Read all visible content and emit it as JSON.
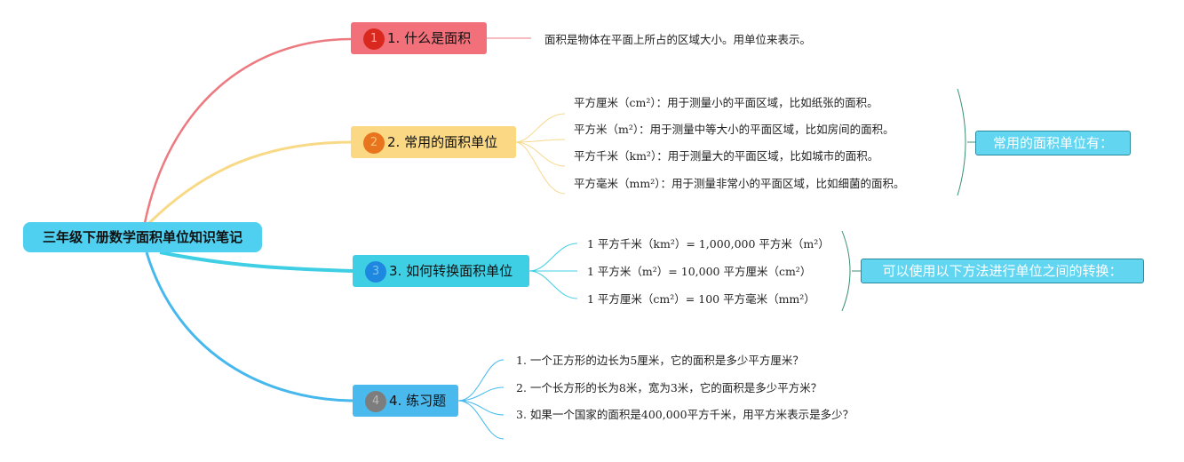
{
  "root": {
    "title": "三年级下册数学面积单位知识笔记"
  },
  "colors": {
    "root": "#4fd0f0",
    "b1": "#f2707a",
    "b1_badge": "#d9291f",
    "b1_line": "#ec7a80",
    "b2": "#fbd884",
    "b2_badge": "#e8741e",
    "b2_line": "#f8d986",
    "b3": "#3fcfe4",
    "b3_badge": "#1e88e0",
    "b3_line": "#3fcfe4",
    "b4": "#4ab9ee",
    "b4_badge": "#7d7d7d",
    "b4_line": "#46b8ee",
    "summary_fill": "#62d6f1",
    "summary_border": "#2b8aa0",
    "bracket": "#3b8f73"
  },
  "branches": [
    {
      "number": "1",
      "label": "1. 什么是面积",
      "leaves": [
        "面积是物体在平面上所占的区域大小。用单位来表示。"
      ]
    },
    {
      "number": "2",
      "label": "2. 常用的面积单位",
      "leaves": [
        "平方厘米（cm²）：用于测量小的平面区域，比如纸张的面积。",
        "平方米（m²）：用于测量中等大小的平面区域，比如房间的面积。",
        "平方千米（km²）：用于测量大的平面区域，比如城市的面积。",
        "平方毫米（mm²）：用于测量非常小的平面区域，比如细菌的面积。"
      ],
      "summary": "常用的面积单位有："
    },
    {
      "number": "3",
      "label": "3. 如何转换面积单位",
      "leaves": [
        "1 平方千米（km²）= 1,000,000 平方米（m²）",
        "1 平方米（m²）= 10,000 平方厘米（cm²）",
        "1 平方厘米（cm²）= 100 平方毫米（mm²）"
      ],
      "summary": "可以使用以下方法进行单位之间的转换："
    },
    {
      "number": "4",
      "label": "4. 练习题",
      "leaves": [
        "1. 一个正方形的边长为5厘米，它的面积是多少平方厘米？",
        "2. 一个长方形的长为8米，宽为3米，它的面积是多少平方米？",
        "3. 如果一个国家的面积是400,000平方千米，用平方米表示是多少？"
      ]
    }
  ]
}
